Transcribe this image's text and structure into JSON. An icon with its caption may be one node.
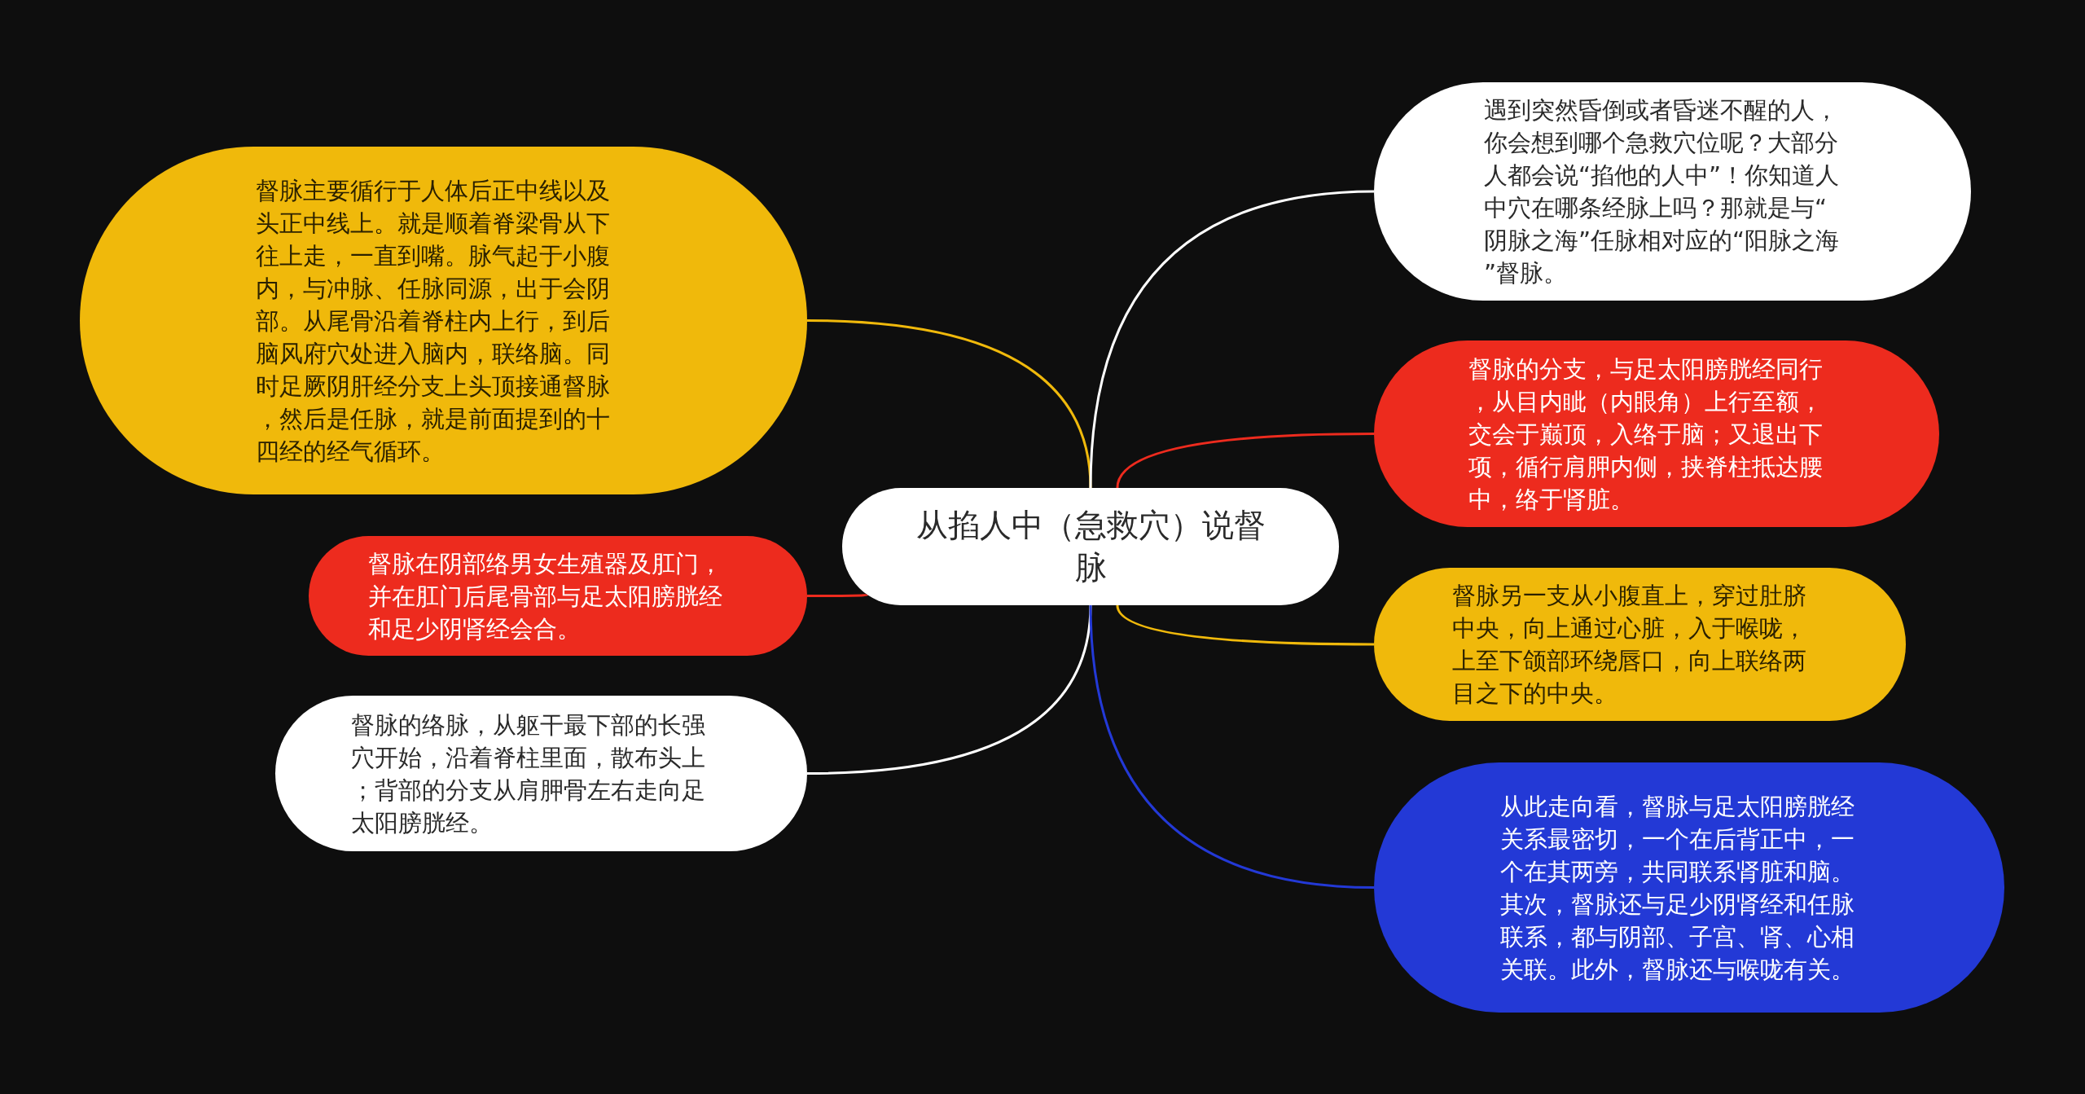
{
  "diagram": {
    "nodes": [
      {
        "text": [
          "从掐人中（急救穴）说督脉"
        ]
      },
      {
        "text": [
          "督脉主要循行于人体后正中线以及头正中线上。就是顺着脊梁骨从下往上走，一直到嘴。脉气起于小腹内，与冲脉、任脉同源，出于会阴部。从尾骨沿着脊柱内上行，到后脑风府穴处进入脑内，联络脑。同时足厥阴肝经分支上头顶接通督脉，然后是任脉，就是前面提到的十四经的经气循环。"
        ]
      },
      {
        "text": [
          "督脉在阴部络男女生殖器及肛门，并在肛门后尾骨部与足太阳膀胱经和足少阴肾经会合。"
        ]
      },
      {
        "text": [
          "督脉的络脉，从躯干最下部的长强穴开始，沿着脊柱里面，散布头上；背部的分支从肩胛骨左右走向足太阳膀胱经。"
        ]
      },
      {
        "text": [
          "遇到突然昏倒或者昏迷不醒的人，你会想到哪个急救穴位呢？大部分人都会说“掐他的人中”！你知道人中穴在哪条经脉上吗？那就是与“阴脉之海”任脉相对应的“阳脉之海”督脉。"
        ]
      },
      {
        "text": [
          "督脉的分支，与足太阳膀胱经同行，从目内眦（内眼角）上行至额，交会于巅顶，入络于脑；又退出下项，循行肩胛内侧，挟脊柱抵达腰中，络于肾脏。"
        ]
      },
      {
        "text": [
          "督脉另一支从小腹直上，穿过肚脐中央，向上通过心脏，入于喉咙，上至下颌部环绕唇口，向上联络两目之下的中央。"
        ]
      },
      {
        "text": [
          "从此走向看，督脉与足太阳膀胱经关系最密切，一个在后背正中，一个在其两旁，共同联系肾脏和脑。其次，督脉还与足少阴肾经和任脉联系，都与阴部、子宫、肾、心相关联。此外，督脉还与喉咙有关。"
        ]
      }
    ],
    "edges": [
      {
        "from": 0,
        "to": 1,
        "arrow": "none",
        "color": "#f0b90b"
      },
      {
        "from": 0,
        "to": 2,
        "arrow": "none",
        "color": "#ed2b1e"
      },
      {
        "from": 0,
        "to": 3,
        "arrow": "none",
        "color": "#ffffff"
      },
      {
        "from": 0,
        "to": 4,
        "arrow": "none",
        "color": "#ffffff"
      },
      {
        "from": 0,
        "to": 5,
        "arrow": "none",
        "color": "#ed2b1e"
      },
      {
        "from": 0,
        "to": 6,
        "arrow": "none",
        "color": "#f0b90b"
      },
      {
        "from": 0,
        "to": 7,
        "arrow": "none",
        "color": "#2339d6"
      }
    ]
  }
}
